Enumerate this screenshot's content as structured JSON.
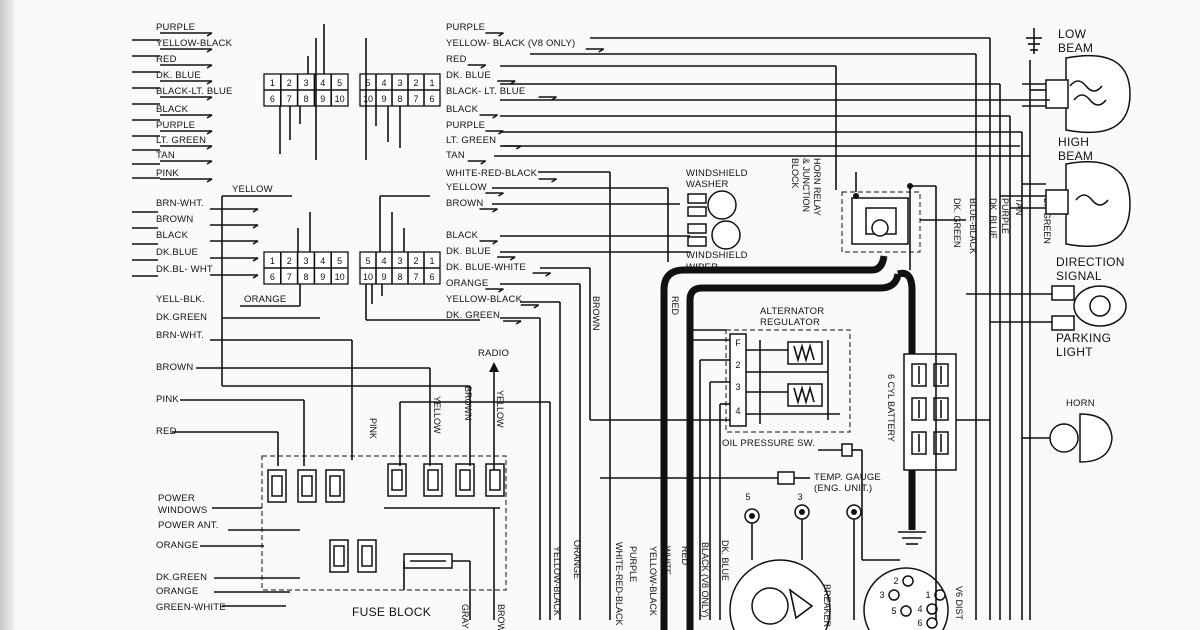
{
  "left_connector_top": {
    "wires": [
      "PURPLE",
      "YELLOW-BLACK",
      "RED",
      "DK. BLUE",
      "BLACK-LT. BLUE",
      "BLACK",
      "PURPLE",
      "LT. GREEN",
      "TAN",
      "PINK"
    ],
    "block_a_top": [
      "1",
      "2",
      "3",
      "4",
      "5"
    ],
    "block_a_bottom": [
      "6",
      "7",
      "8",
      "9",
      "10"
    ],
    "block_b_top": [
      "5",
      "4",
      "3",
      "2",
      "1"
    ],
    "block_b_bottom": [
      "10",
      "9",
      "8",
      "7",
      "6"
    ]
  },
  "right_connector_top": {
    "wires": [
      "PURPLE",
      "YELLOW- BLACK (V8 ONLY)",
      "RED",
      "DK. BLUE",
      "BLACK- LT. BLUE",
      "BLACK",
      "PURPLE",
      "LT. GREEN",
      "TAN",
      "WHITE-RED-BLACK"
    ]
  },
  "left_connector_bottom": {
    "wires": [
      "BRN-WHT.",
      "BROWN",
      "BLACK",
      "DK.BLUE",
      "DK.BL- WHT"
    ],
    "top_wire": "YELLOW",
    "bottom_wire": "ORANGE",
    "block_a_top": [
      "1",
      "2",
      "3",
      "4",
      "5"
    ],
    "block_a_bottom": [
      "6",
      "7",
      "8",
      "9",
      "10"
    ],
    "block_b_top": [
      "5",
      "4",
      "3",
      "2",
      "1"
    ],
    "block_b_bottom": [
      "10",
      "9",
      "8",
      "7",
      "6"
    ]
  },
  "right_connector_bottom": {
    "wires": [
      "YELLOW",
      "BROWN",
      "BLACK",
      "DK. BLUE",
      "DK. BLUE-WHITE",
      "ORANGE",
      "YELLOW-BLACK",
      "DK. GREEN"
    ]
  },
  "left_lower_wires": [
    "YELL-BLK.",
    "DK.GREEN",
    "BRN-WHT.",
    "BROWN",
    "PINK",
    "RED"
  ],
  "left_bottom_wires": [
    "ORANGE",
    "DK.GREEN",
    "ORANGE",
    "GREEN-WHITE"
  ],
  "power_labels": [
    "POWER",
    "WINDOWS",
    "POWER ANT."
  ],
  "fuse_block_label": "FUSE BLOCK",
  "radio_label": "RADIO",
  "vertical_labels": {
    "pink": "PINK",
    "yellow": "YELLOW",
    "brown": "BROWN",
    "yellow2": "YELLOW",
    "brown2": "BROWN",
    "red": "RED",
    "gray": "GRAY",
    "brown3": "BROWN"
  },
  "bottom_vertical_wires": [
    "ORANGE",
    "YELLOW-BLACK",
    "WHITE-RED-BLACK",
    "PURPLE",
    "YELLOW-BLACK",
    "WHITE",
    "RED",
    "BLACK (V8 ONLY)",
    "DK. BLUE"
  ],
  "windshield": {
    "washer": [
      "WINDSHIELD",
      "WASHER"
    ],
    "wiper": [
      "WINDSHIELD",
      "WIPER"
    ]
  },
  "horn_relay": [
    "HORN RELAY",
    "& JUNCTION",
    "BLOCK"
  ],
  "alternator": {
    "title": [
      "ALTERNATOR",
      "REGULATOR"
    ],
    "terminals": [
      "F",
      "2",
      "3",
      "4"
    ]
  },
  "oil_pressure": "OIL PRESSURE SW.",
  "temp_gauge": [
    "TEMP. GAUGE",
    "(ENG. UNIT.)"
  ],
  "battery": "6 CYL BATTERY",
  "terminals": [
    "5",
    "3"
  ],
  "breaker": "BREAKER",
  "distributor": "V6 DIST",
  "dist_numbers": [
    "3",
    "2",
    "1",
    "4",
    "5",
    "6"
  ],
  "right_vertical_wires": [
    "DK. GREEN",
    "BLUE-BLACK",
    "DK. BLUE",
    "PURPLE",
    "TAN",
    "LT. GREEN"
  ],
  "headlamp": {
    "low": [
      "LOW",
      "BEAM"
    ],
    "high": [
      "HIGH",
      "BEAM"
    ]
  },
  "direction_signal": [
    "DIRECTION",
    "SIGNAL"
  ],
  "parking_light": [
    "PARKING",
    "LIGHT"
  ],
  "horn": "HORN"
}
